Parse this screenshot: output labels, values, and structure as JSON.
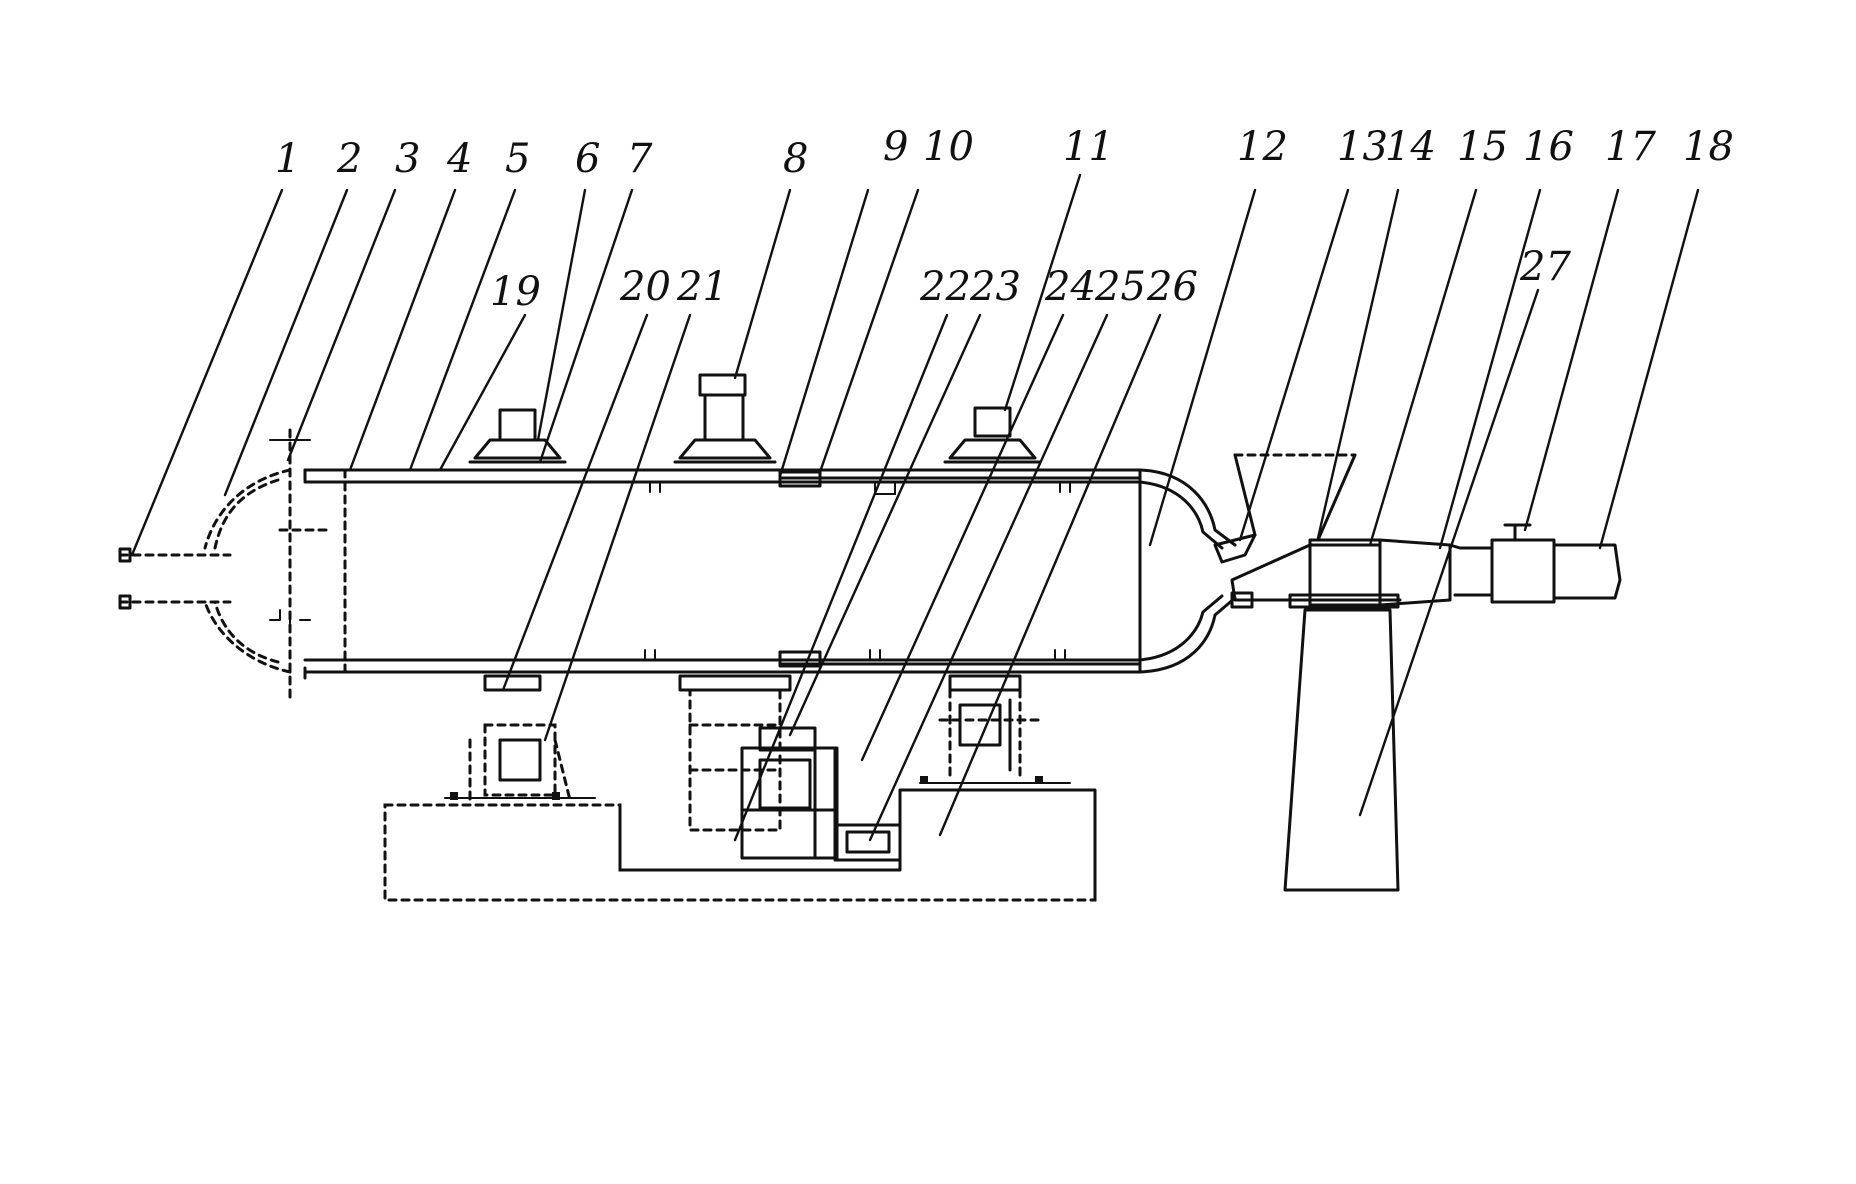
{
  "diagram": {
    "callouts": [
      {
        "id": "1",
        "label": "1"
      },
      {
        "id": "2",
        "label": "2"
      },
      {
        "id": "3",
        "label": "3"
      },
      {
        "id": "4",
        "label": "4"
      },
      {
        "id": "5",
        "label": "5"
      },
      {
        "id": "6",
        "label": "6"
      },
      {
        "id": "7",
        "label": "7"
      },
      {
        "id": "8",
        "label": "8"
      },
      {
        "id": "9",
        "label": "9"
      },
      {
        "id": "10",
        "label": "10"
      },
      {
        "id": "11",
        "label": "11"
      },
      {
        "id": "12",
        "label": "12"
      },
      {
        "id": "13",
        "label": "13"
      },
      {
        "id": "14",
        "label": "14"
      },
      {
        "id": "15",
        "label": "15"
      },
      {
        "id": "16",
        "label": "16"
      },
      {
        "id": "17",
        "label": "17"
      },
      {
        "id": "18",
        "label": "18"
      },
      {
        "id": "19",
        "label": "19"
      },
      {
        "id": "20",
        "label": "20"
      },
      {
        "id": "21",
        "label": "21"
      },
      {
        "id": "22",
        "label": "22"
      },
      {
        "id": "23",
        "label": "23"
      },
      {
        "id": "24",
        "label": "24"
      },
      {
        "id": "25",
        "label": "25"
      },
      {
        "id": "26",
        "label": "26"
      },
      {
        "id": "27",
        "label": "27"
      }
    ]
  }
}
